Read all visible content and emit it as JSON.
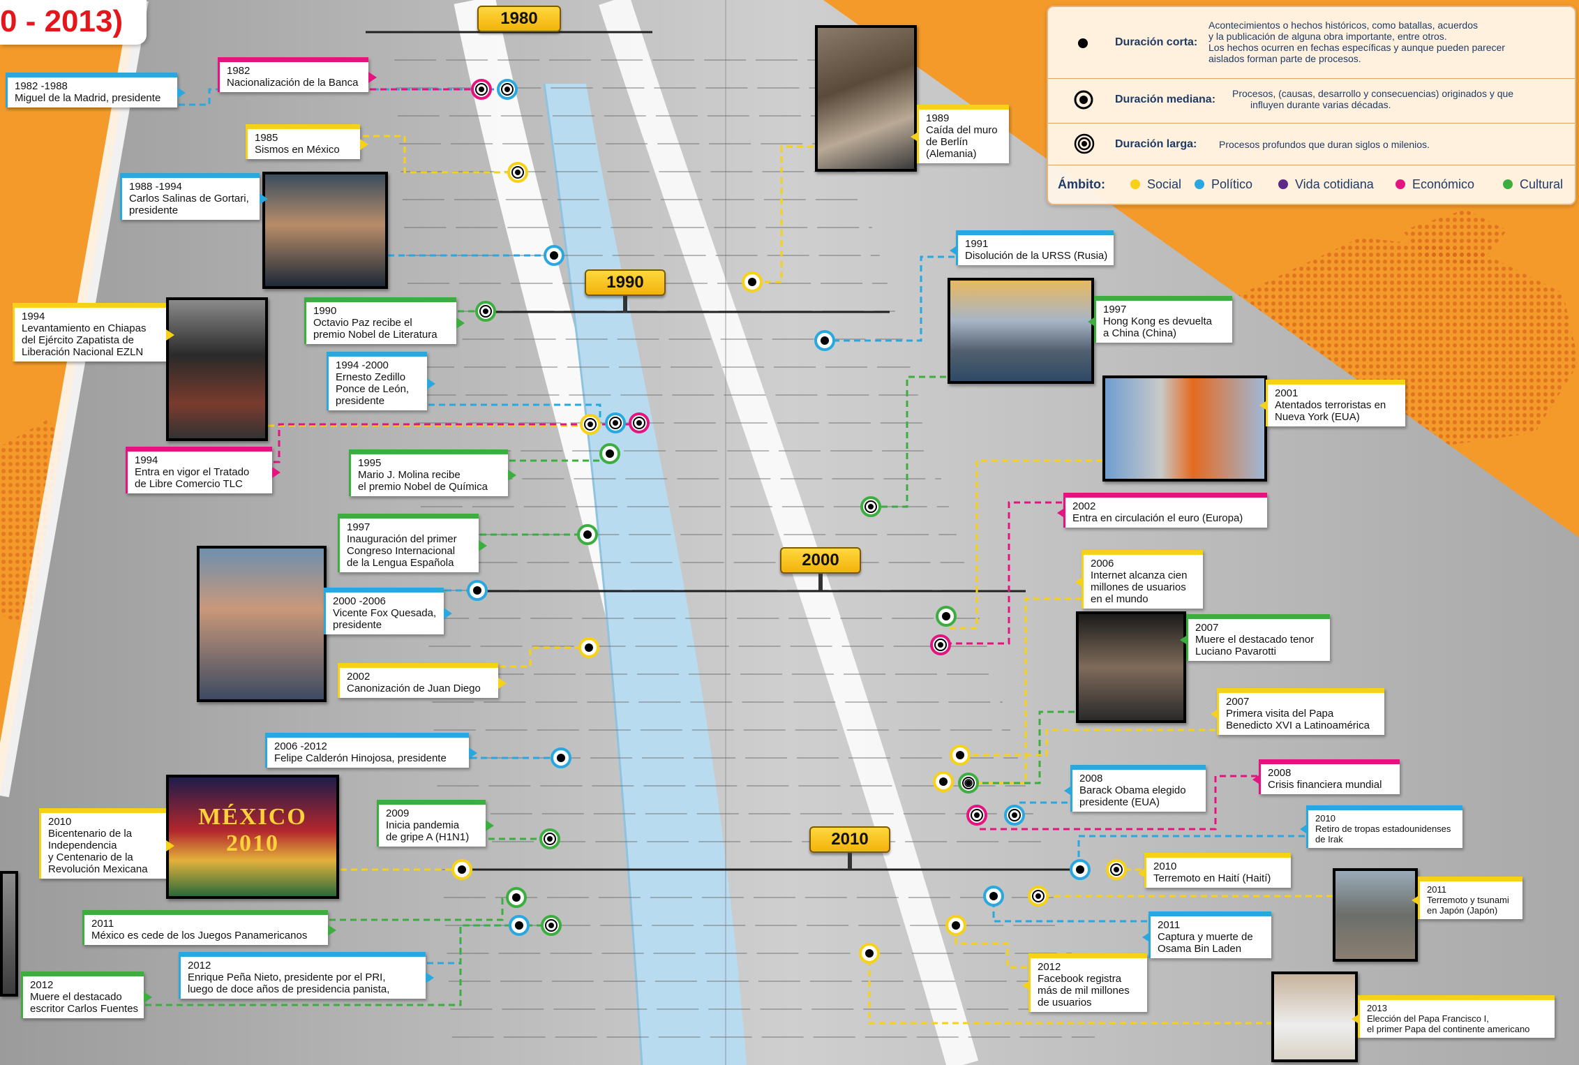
{
  "title": {
    "range": "0 - 2013)"
  },
  "years": [
    {
      "label": "1980"
    },
    {
      "label": "1990"
    },
    {
      "label": "2000"
    },
    {
      "label": "2010"
    }
  ],
  "legend": {
    "short": {
      "label": "Duración corta:",
      "lines": [
        "Acontecimientos o hechos históricos, como batallas, acuerdos",
        "y la publicación de alguna obra importante, entre otros.",
        "Los hechos ocurren en fechas específicas y aunque pueden parecer",
        "aislados forman parte de procesos."
      ]
    },
    "medium": {
      "label": "Duración mediana:",
      "lines": [
        "Procesos, (causas, desarrollo y consecuencias) originados y que",
        "influyen durante varias décadas."
      ]
    },
    "long": {
      "label": "Duración larga:",
      "lines": [
        "Procesos profundos que duran siglos o milenios."
      ]
    },
    "ambito_label": "Ámbito:",
    "ambitos": [
      {
        "label": "Social",
        "color": "#f7d117"
      },
      {
        "label": "Político",
        "color": "#29a8e0"
      },
      {
        "label": "Vida cotidiana",
        "color": "#5b2a86"
      },
      {
        "label": "Económico",
        "color": "#e5137f"
      },
      {
        "label": "Cultural",
        "color": "#3cae3f"
      }
    ]
  },
  "events": [
    {
      "lines": [
        "1982 -1988",
        "Miguel de la Madrid, presidente"
      ]
    },
    {
      "lines": [
        "1982",
        "Nacionalización de la Banca"
      ]
    },
    {
      "lines": [
        "1985",
        "Sismos en México"
      ]
    },
    {
      "lines": [
        "1988 -1994",
        "Carlos Salinas de Gortari,",
        "presidente"
      ]
    },
    {
      "lines": [
        "1990",
        "Octavio Paz recibe el",
        "premio Nobel de Literatura"
      ]
    },
    {
      "lines": [
        "1994",
        "Levantamiento en Chiapas",
        "del Ejército Zapatista de",
        "Liberación Nacional EZLN"
      ]
    },
    {
      "lines": [
        "1994 -2000",
        "Ernesto Zedillo",
        "Ponce de León,",
        "presidente"
      ]
    },
    {
      "lines": [
        "1994",
        "Entra en vigor el Tratado",
        "de Libre Comercio TLC"
      ]
    },
    {
      "lines": [
        "1995",
        "Mario J. Molina recibe",
        "el premio Nobel de Química"
      ]
    },
    {
      "lines": [
        "1997",
        "Inauguración del primer",
        "Congreso Internacional",
        "de la Lengua Española"
      ]
    },
    {
      "lines": [
        "2000 -2006",
        "Vicente Fox Quesada,",
        "presidente"
      ]
    },
    {
      "lines": [
        "2002",
        "Canonización de Juan Diego"
      ]
    },
    {
      "lines": [
        "2006 -2012",
        "Felipe Calderón Hinojosa, presidente"
      ]
    },
    {
      "lines": [
        "2009",
        "Inicia pandemia",
        "de gripe A (H1N1)"
      ]
    },
    {
      "lines": [
        "2010",
        "Bicentenario de la",
        "Independencia",
        "y Centenario de la",
        "Revolución Mexicana"
      ]
    },
    {
      "lines": [
        "2011",
        "México es cede de los Juegos Panamericanos"
      ]
    },
    {
      "lines": [
        "2012",
        "Enrique Peña Nieto, presidente por el PRI,",
        "luego de doce años de presidencia panista,"
      ]
    },
    {
      "lines": [
        "2012",
        "Muere el destacado",
        "escritor Carlos Fuentes"
      ]
    },
    {
      "lines": [
        "1989",
        "Caída del muro",
        "de Berlín",
        "(Alemania)"
      ]
    },
    {
      "lines": [
        "1991",
        "Disolución de la URSS (Rusia)"
      ]
    },
    {
      "lines": [
        "1997",
        "Hong Kong es devuelta",
        "a China (China)"
      ]
    },
    {
      "lines": [
        "2001",
        "Atentados terroristas en",
        "Nueva York (EUA)"
      ]
    },
    {
      "lines": [
        "2002",
        "Entra en circulación el euro (Europa)"
      ]
    },
    {
      "lines": [
        "2006",
        "Internet alcanza cien",
        "millones de usuarios",
        "en el mundo"
      ]
    },
    {
      "lines": [
        "2007",
        "Muere el destacado tenor",
        "Luciano Pavarotti"
      ]
    },
    {
      "lines": [
        "2007",
        "Primera visita del Papa",
        "Benedicto XVI a Latinoamérica"
      ]
    },
    {
      "lines": [
        "2008",
        "Barack Obama elegido",
        "presidente (EUA)"
      ]
    },
    {
      "lines": [
        "2008",
        "Crisis financiera mundial"
      ]
    },
    {
      "lines": [
        "2010",
        "Retiro de tropas estadounidenses",
        "de Irak"
      ]
    },
    {
      "lines": [
        "2010",
        "Terremoto en Haití (Haití)"
      ]
    },
    {
      "lines": [
        "2011",
        "Terremoto y tsunami",
        "en Japón (Japón)"
      ]
    },
    {
      "lines": [
        "2011",
        "Captura y muerte de",
        "Osama Bin Laden"
      ]
    },
    {
      "lines": [
        "2012",
        "Facebook registra",
        "más de mil millones",
        "de usuarios"
      ]
    },
    {
      "lines": [
        "2013",
        "Elección del Papa Francisco I,",
        "el primer Papa del continente americano"
      ]
    }
  ],
  "photos": {
    "mexico_sign": "MÉXICO 2010"
  },
  "colors": {
    "social": "#f7d117",
    "politico": "#29a8e0",
    "economico": "#e5137f",
    "cultural": "#3cae3f",
    "vida": "#5b2a86"
  }
}
